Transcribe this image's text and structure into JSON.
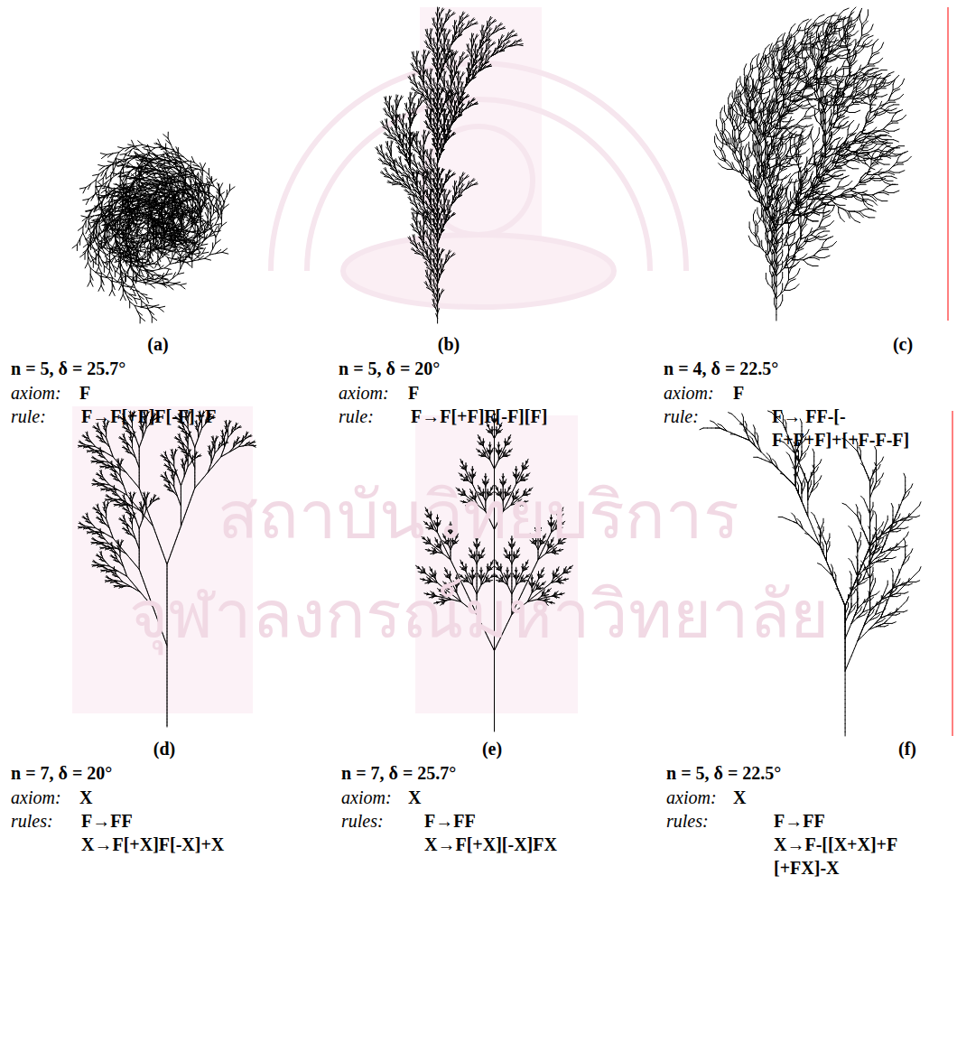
{
  "diagram": {
    "labels": [
      "(a)",
      "n = 5, δ = 25.7°",
      "axiom:",
      "F",
      "rule:",
      "F→F[+F]F[-F]+F",
      "(b)",
      "n = 5, δ = 20°",
      "axiom:",
      "F",
      "rule:",
      "F→F[+F]F[-F][F]",
      "(c)",
      "n = 4, δ = 22.5°",
      "axiom:",
      "F",
      "rule:",
      "F→ FF-[- F+F+F]+[+F-F-F]",
      "(d)",
      "n = 7, δ = 20°",
      "axiom:",
      "X",
      "rules:",
      "F→FF",
      "X→F[+X]F[-X]+X",
      "(e)",
      "n = 7, δ = 25.7°",
      "axiom:",
      "X",
      "rules:",
      "F→FF",
      "X→F[+X][-X]FX",
      "(f)",
      "n = 5, δ = 22.5°",
      "axiom:",
      "X",
      "rules:",
      "F→FF",
      "X→F-[[X+X]+F [+FX]-X",
      "สถาบันวิทยบริการ",
      "จุฬาลงกรณ์มหาวิทยาลัย"
    ]
  }
}
